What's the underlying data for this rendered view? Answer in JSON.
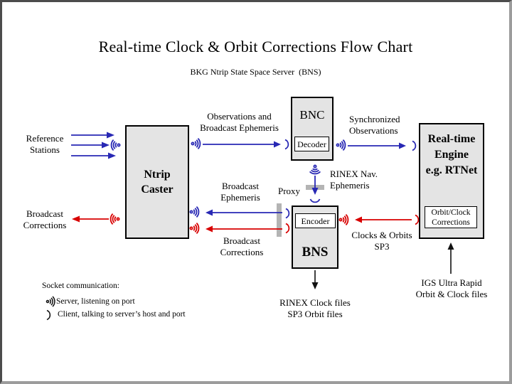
{
  "slide": {
    "title": "Real-time Clock & Orbit Corrections Flow Chart",
    "subtitle": "BKG Ntrip State Space Server  (BNS)"
  },
  "boxes": {
    "ntrip_caster": "Ntrip\nCaster",
    "bnc": "BNC",
    "decoder": "Decoder",
    "bns": "BNS",
    "encoder": "Encoder",
    "realtime_engine": "Real-time\nEngine\ne.g. RTNet",
    "orbit_clock_corrections": "Orbit/Clock\nCorrections"
  },
  "labels": {
    "reference_stations": "Reference\nStations",
    "broadcast_corrections_left": "Broadcast\nCorrections",
    "observations_and_broadcast_ephemeris": "Observations and\nBroadcast Ephemeris",
    "synchronized_observations": "Synchronized\nObservations",
    "rinex_nav_ephemeris": "RINEX Nav.\nEphemeris",
    "broadcast_ephemeris": "Broadcast\nEphemeris",
    "proxy": "Proxy",
    "broadcast_corrections_mid": "Broadcast\nCorrections",
    "clocks_orbits_sp3": "Clocks & Orbits\nSP3",
    "rinex_clock_files": "RINEX Clock files\nSP3 Orbit files",
    "igs_ultra_rapid": "IGS Ultra Rapid\nOrbit & Clock files"
  },
  "legend": {
    "title": "Socket communication:",
    "server_label": "Server, listening on port",
    "client_label": "Client, talking to server’s host and port"
  },
  "colors": {
    "flow_blue": "#2828b4",
    "flow_red": "#d80000",
    "box_fill": "#e4e4e4",
    "proxy_bar_grey": "#b4b4b4"
  }
}
